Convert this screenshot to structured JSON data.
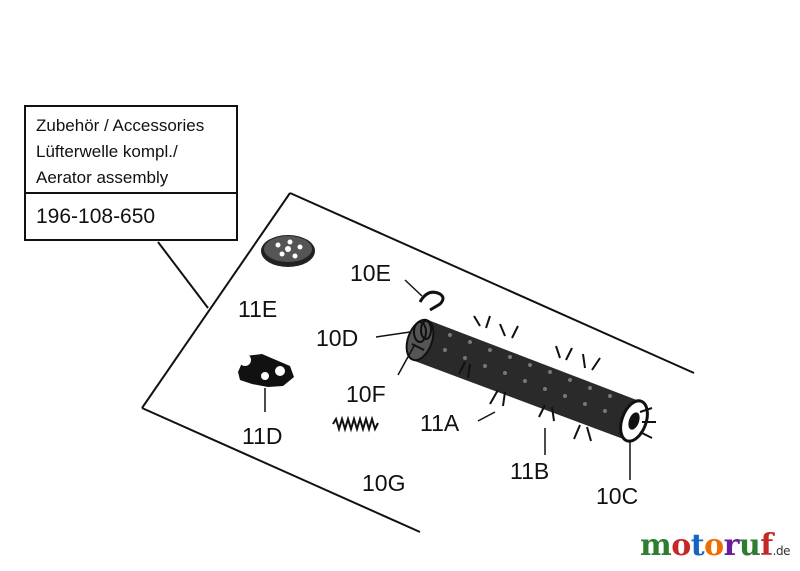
{
  "infobox": {
    "line1": "Zubehör / Accessories",
    "line2": "Lüfterwelle kompl./",
    "line3": "Aerator assembly",
    "part_number": "196-108-650"
  },
  "labels": {
    "l10E": "10E",
    "l10D": "10D",
    "l10F": "10F",
    "l11E": "11E",
    "l11D": "11D",
    "l11A": "11A",
    "l11B": "11B",
    "l10G": "10G",
    "l10C": "10C"
  },
  "watermark": {
    "letters": [
      {
        "ch": "m",
        "color": "#2e7d32"
      },
      {
        "ch": "o",
        "color": "#c62828"
      },
      {
        "ch": "t",
        "color": "#1565c0"
      },
      {
        "ch": "o",
        "color": "#ef6c00"
      },
      {
        "ch": "r",
        "color": "#6a1b9a"
      },
      {
        "ch": "u",
        "color": "#2e7d32"
      },
      {
        "ch": "f",
        "color": "#c62828"
      }
    ],
    "tld": ".de"
  }
}
